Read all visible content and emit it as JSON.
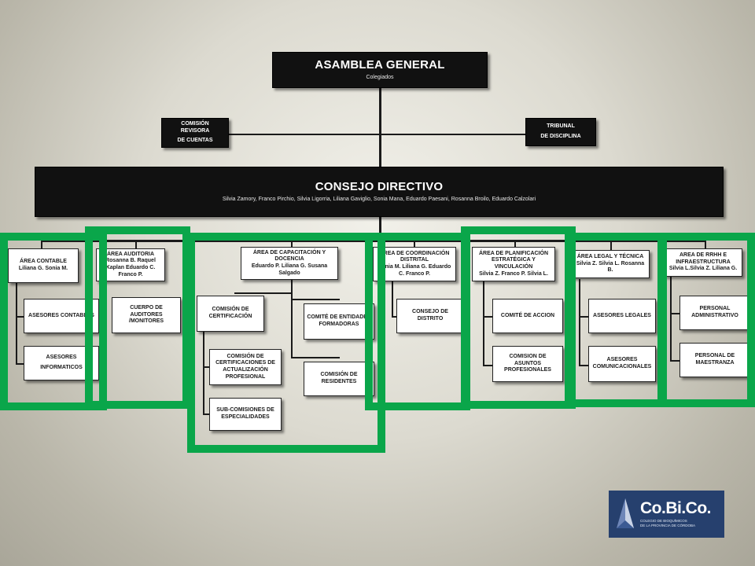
{
  "asamblea": {
    "title": "ASAMBLEA GENERAL",
    "subtitle": "Colegiados"
  },
  "comision_revisora": {
    "line1": "COMISIÓN",
    "line2": "REVISORA",
    "line3": "DE CUENTAS"
  },
  "tribunal": {
    "line1": "TRIBUNAL",
    "line2": "DE DISCIPLINA"
  },
  "consejo": {
    "title": "CONSEJO DIRECTIVO",
    "members": "Silvia Zamory,  Franco  Pirchio, Silvia Ligorria,  Liliana Gaviglio,  Sonia Mana, Eduardo  Paesani,  Rosanna Broilo,  Eduardo Calzolari"
  },
  "areas": {
    "contable": {
      "title": "ÁREA CONTABLE",
      "members": "Liliana  G.  Sonia  M."
    },
    "auditoria": {
      "title": "ÁREA AUDITORIA",
      "members": "Rosanna B. Raquel Kaplan  Eduardo C. Franco P."
    },
    "capacitacion": {
      "title": "ÁREA   DE CAPACITACIÓN  Y DOCENCIA",
      "members": "Eduardo  P. Liliana  G. Susana Salgado"
    },
    "coordinacion": {
      "title": "ÁREA DE COORDINACIÓN DISTRITAL",
      "members": "Sonia M.  Liliana  G. Eduardo  C.  Franco  P."
    },
    "planificacion": {
      "title": "ÁREA  DE PLANIFICACIÓN  ESTRATÉGICA   Y VINCULACIÓN",
      "members": "Silvia  Z.  Franco  P.  Silvia  L."
    },
    "legal": {
      "title": "ÁREA LEGAL Y TÉCNICA",
      "members": "Silvia  Z.  Silvia  L. Rosanna  B."
    },
    "rrhh": {
      "title": "AREA  DE RRHH E INFRAESTRUCTURA",
      "members": "Silvia L.Silvia  Z.  Liliana  G."
    }
  },
  "units": {
    "asesores_contables": "ASESORES   CONTABLES",
    "asesores_informaticos_1": "ASESORES",
    "asesores_informaticos_2": "INFORMATICOS",
    "cuerpo_auditores": "CUERPO DE AUDITORES /MONITORES",
    "comision_certificacion": "COMISIÓN  DE CERTIFICACIÓN",
    "comision_actualizacion": "COMISIÓN  DE CERTIFICACIONES  DE ACTUALIZACIÓN PROFESIONAL",
    "sub_comisiones": "SUB-COMISIONES  DE ESPECIALIDADES",
    "comite_entidades": "COMITÉ  DE ENTIDADES FORMADORAS",
    "comision_residentes": "COMISIÓN  DE RESIDENTES",
    "consejo_distrito": "CONSEJO  DE DISTRITO",
    "comite_accion": "COMITÉ  DE ACCION",
    "comision_asuntos": "COMISION  DE ASUNTOS PROFESIONALES",
    "asesores_legales": "ASESORES   LEGALES",
    "asesores_comunicacionales": "ASESORES COMUNICACIONALES",
    "personal_administrativo": "PERSONAL ADMINISTRATIVO",
    "personal_maestranza": "PERSONAL  DE MAESTRANZA"
  },
  "logo": {
    "name": "Co.Bi.Co.",
    "tagline1": "COLEGIO DE BIOQUÍMICOS",
    "tagline2": "DE LA PROVINCIA DE CÓRDOBA"
  },
  "colors": {
    "highlight": "#0aa64a",
    "logo_bg": "#26406e",
    "header_bg": "#111111"
  }
}
